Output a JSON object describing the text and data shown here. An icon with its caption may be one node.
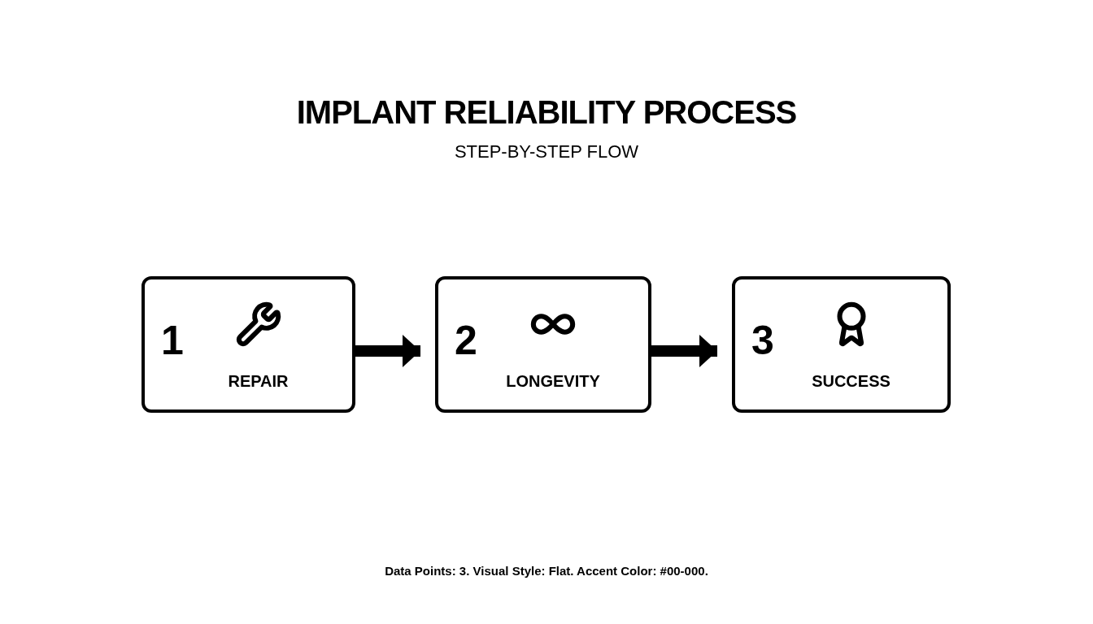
{
  "diagram": {
    "title": "IMPLANT RELIABILITY PROCESS",
    "nodes": [
      {
        "text": [
          "1",
          "REPAIR"
        ]
      },
      {
        "text": [
          "2",
          "LONGEVITY"
        ]
      },
      {
        "text": [
          "3",
          "SUCCESS"
        ]
      }
    ],
    "edges": [
      {
        "from": 0,
        "to": 1,
        "arrow": "to"
      },
      {
        "from": 1,
        "to": 2,
        "arrow": "to"
      }
    ],
    "labels": [
      "STEP-BY-STEP FLOW",
      "Data Points: 3. Visual Style: Flat. Accent Color: #00-000."
    ]
  }
}
